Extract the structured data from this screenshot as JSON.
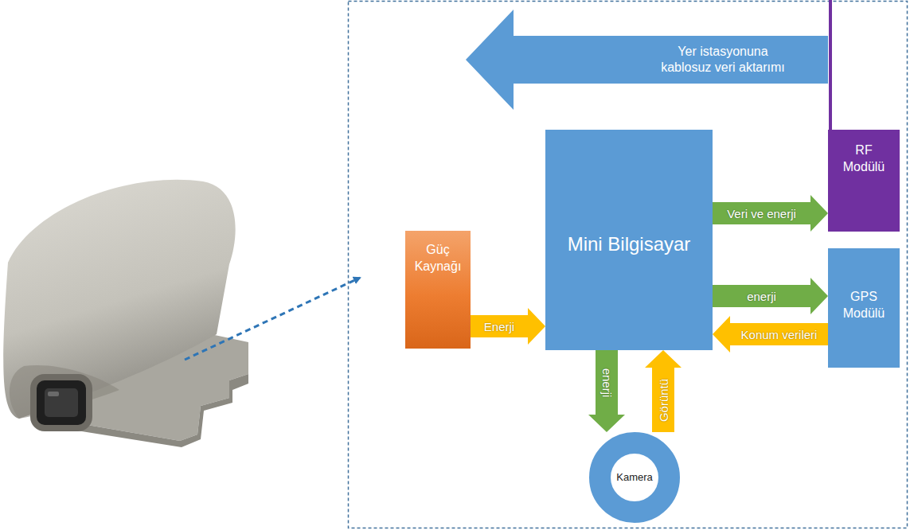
{
  "diagram": {
    "nodes": [
      {
        "text": [
          "Güç Kaynağı"
        ]
      },
      {
        "text": [
          "Mini Bilgisayar"
        ]
      },
      {
        "text": [
          "RF Modülü"
        ]
      },
      {
        "text": [
          "GPS Modülü"
        ]
      },
      {
        "text": [
          "Kamera"
        ]
      }
    ],
    "edges": [
      {
        "from": 0,
        "to": 1,
        "arrow": "to",
        "label": "Enerji"
      },
      {
        "from": 1,
        "to": 2,
        "arrow": "to",
        "label": "Veri ve enerji"
      },
      {
        "from": 1,
        "to": 3,
        "arrow": "to",
        "label": "enerji"
      },
      {
        "from": 3,
        "to": 1,
        "arrow": "to",
        "label": "Konum verileri"
      },
      {
        "from": 1,
        "to": 4,
        "arrow": "to",
        "label": "enerji"
      },
      {
        "from": 4,
        "to": 1,
        "arrow": "to",
        "label": "Görüntü"
      }
    ],
    "labels": [
      "Yer istasyonuna kablosuz veri aktarımı"
    ]
  }
}
